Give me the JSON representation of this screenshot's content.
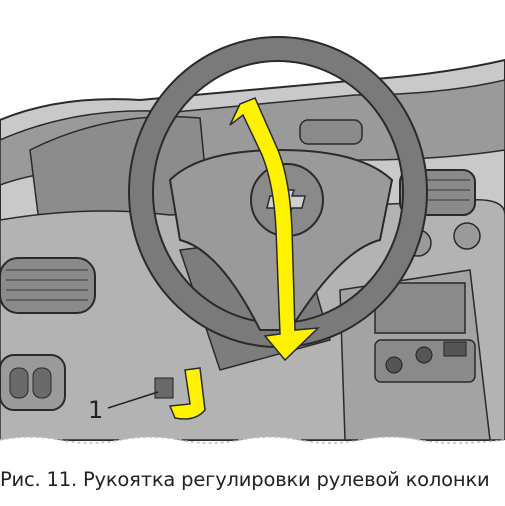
{
  "figure": {
    "callout_number": "1",
    "caption": "Рис. 11. Рукоятка регулировки рулевой колонки",
    "colors": {
      "arrow": "#fff200",
      "dashboard_dark": "#8a8a8a",
      "dashboard_mid": "#b9b9b9",
      "dashboard_light": "#d6d6d6",
      "outline": "#2a2a2a"
    },
    "icons": [
      "steering-wheel",
      "chevrolet-bowtie-logo",
      "adjustment-arrow",
      "adjustment-lever"
    ]
  }
}
